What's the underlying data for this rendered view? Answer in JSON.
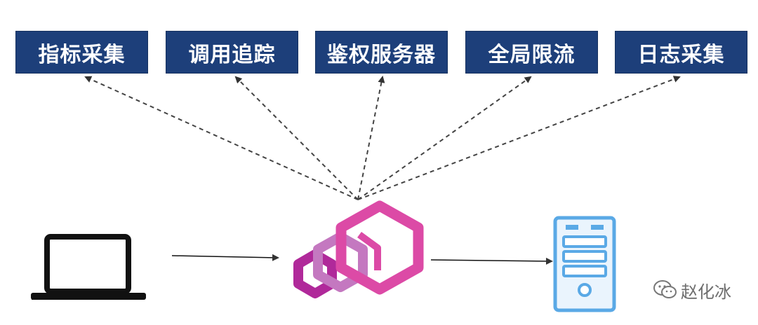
{
  "features": [
    {
      "label": "指标采集"
    },
    {
      "label": "调用追踪"
    },
    {
      "label": "鉴权服务器"
    },
    {
      "label": "全局限流"
    },
    {
      "label": "日志采集"
    }
  ],
  "nodes": {
    "client": {
      "icon": "laptop-icon"
    },
    "proxy": {
      "icon": "envoy-logo-icon"
    },
    "server": {
      "icon": "server-icon"
    }
  },
  "watermark": {
    "text": "赵化冰",
    "icon": "wechat-icon"
  },
  "colors": {
    "box_bg": "#1d3f7a",
    "box_text": "#ffffff",
    "arrow": "#444444",
    "server": "#5aa9e6",
    "logo_dark": "#b0299a",
    "logo_mid": "#c478c0",
    "logo_front": "#dc4aa6"
  }
}
